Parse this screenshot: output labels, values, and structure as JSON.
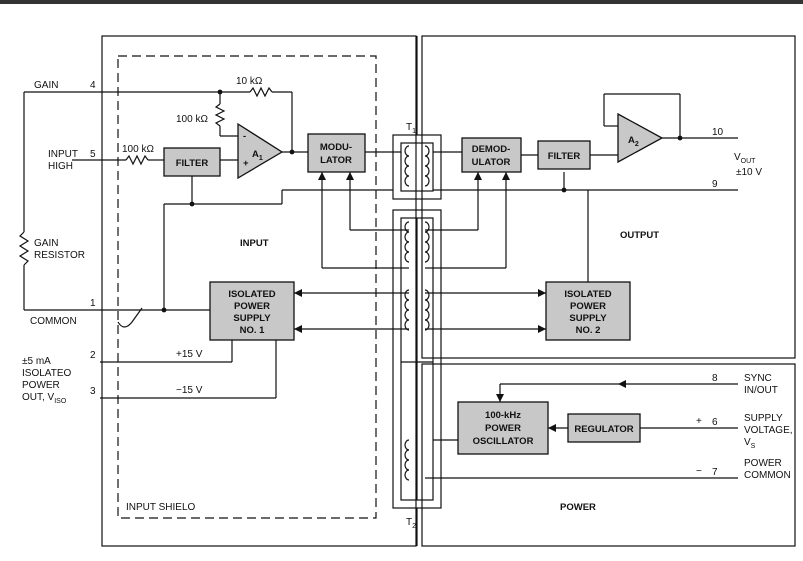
{
  "sections": {
    "input": "INPUT",
    "output": "OUTPUT",
    "power": "POWER",
    "input_shield": "INPUT SHIELO"
  },
  "transformers": {
    "t1": "T",
    "t1_sub": "1",
    "t2": "T",
    "t2_sub": "2"
  },
  "blocks": {
    "filter_in": "FILTER",
    "modulator": [
      "MODU-",
      "LATOR"
    ],
    "demodulator": [
      "DEMOD-",
      "ULATOR"
    ],
    "filter_out": "FILTER",
    "iso_supply1": [
      "ISOLATED",
      "POWER",
      "SUPPLY",
      "NO. 1"
    ],
    "iso_supply2": [
      "ISOLATED",
      "POWER",
      "SUPPLY",
      "NO. 2"
    ],
    "oscillator": [
      "100-kHz",
      "POWER",
      "OSCILLATOR"
    ],
    "regulator": "REGULATOR"
  },
  "amplifiers": {
    "a1": "A",
    "a1_sub": "1",
    "a2": "A",
    "a2_sub": "2",
    "minus": "-",
    "plus": "+"
  },
  "components": {
    "r_feedback": "10 kΩ",
    "r_gain": "100 kΩ",
    "r_input": "100 kΩ",
    "gain_resistor": [
      "GAIN",
      "RESISTOR"
    ]
  },
  "pins": {
    "p1": "1",
    "p2": "2",
    "p3": "3",
    "p4": "4",
    "p5": "5",
    "p6": "6",
    "p7": "7",
    "p8": "8",
    "p9": "9",
    "p10": "10"
  },
  "labels": {
    "gain": "GAIN",
    "input_high": [
      "INPUT",
      "HIGH"
    ],
    "common": "COMMON",
    "iso_power_out": [
      "±5 mA",
      "ISOLATEO",
      "POWER"
    ],
    "iso_power_out_vlabel": "OUT, V",
    "iso_power_out_vsub": "ISO",
    "plus15": "+15 V",
    "minus15": "−15 V",
    "vout": "V",
    "vout_sub": "OUT",
    "vout_range": "±10 V",
    "sync": [
      "SYNC",
      "IN/OUT"
    ],
    "supply_voltage": [
      "SUPPLY",
      "VOLTAGE,"
    ],
    "vs": "V",
    "vs_sub": "S",
    "supply_plus": "+",
    "power_common": [
      "POWER",
      "COMMON"
    ],
    "power_minus": "−"
  }
}
